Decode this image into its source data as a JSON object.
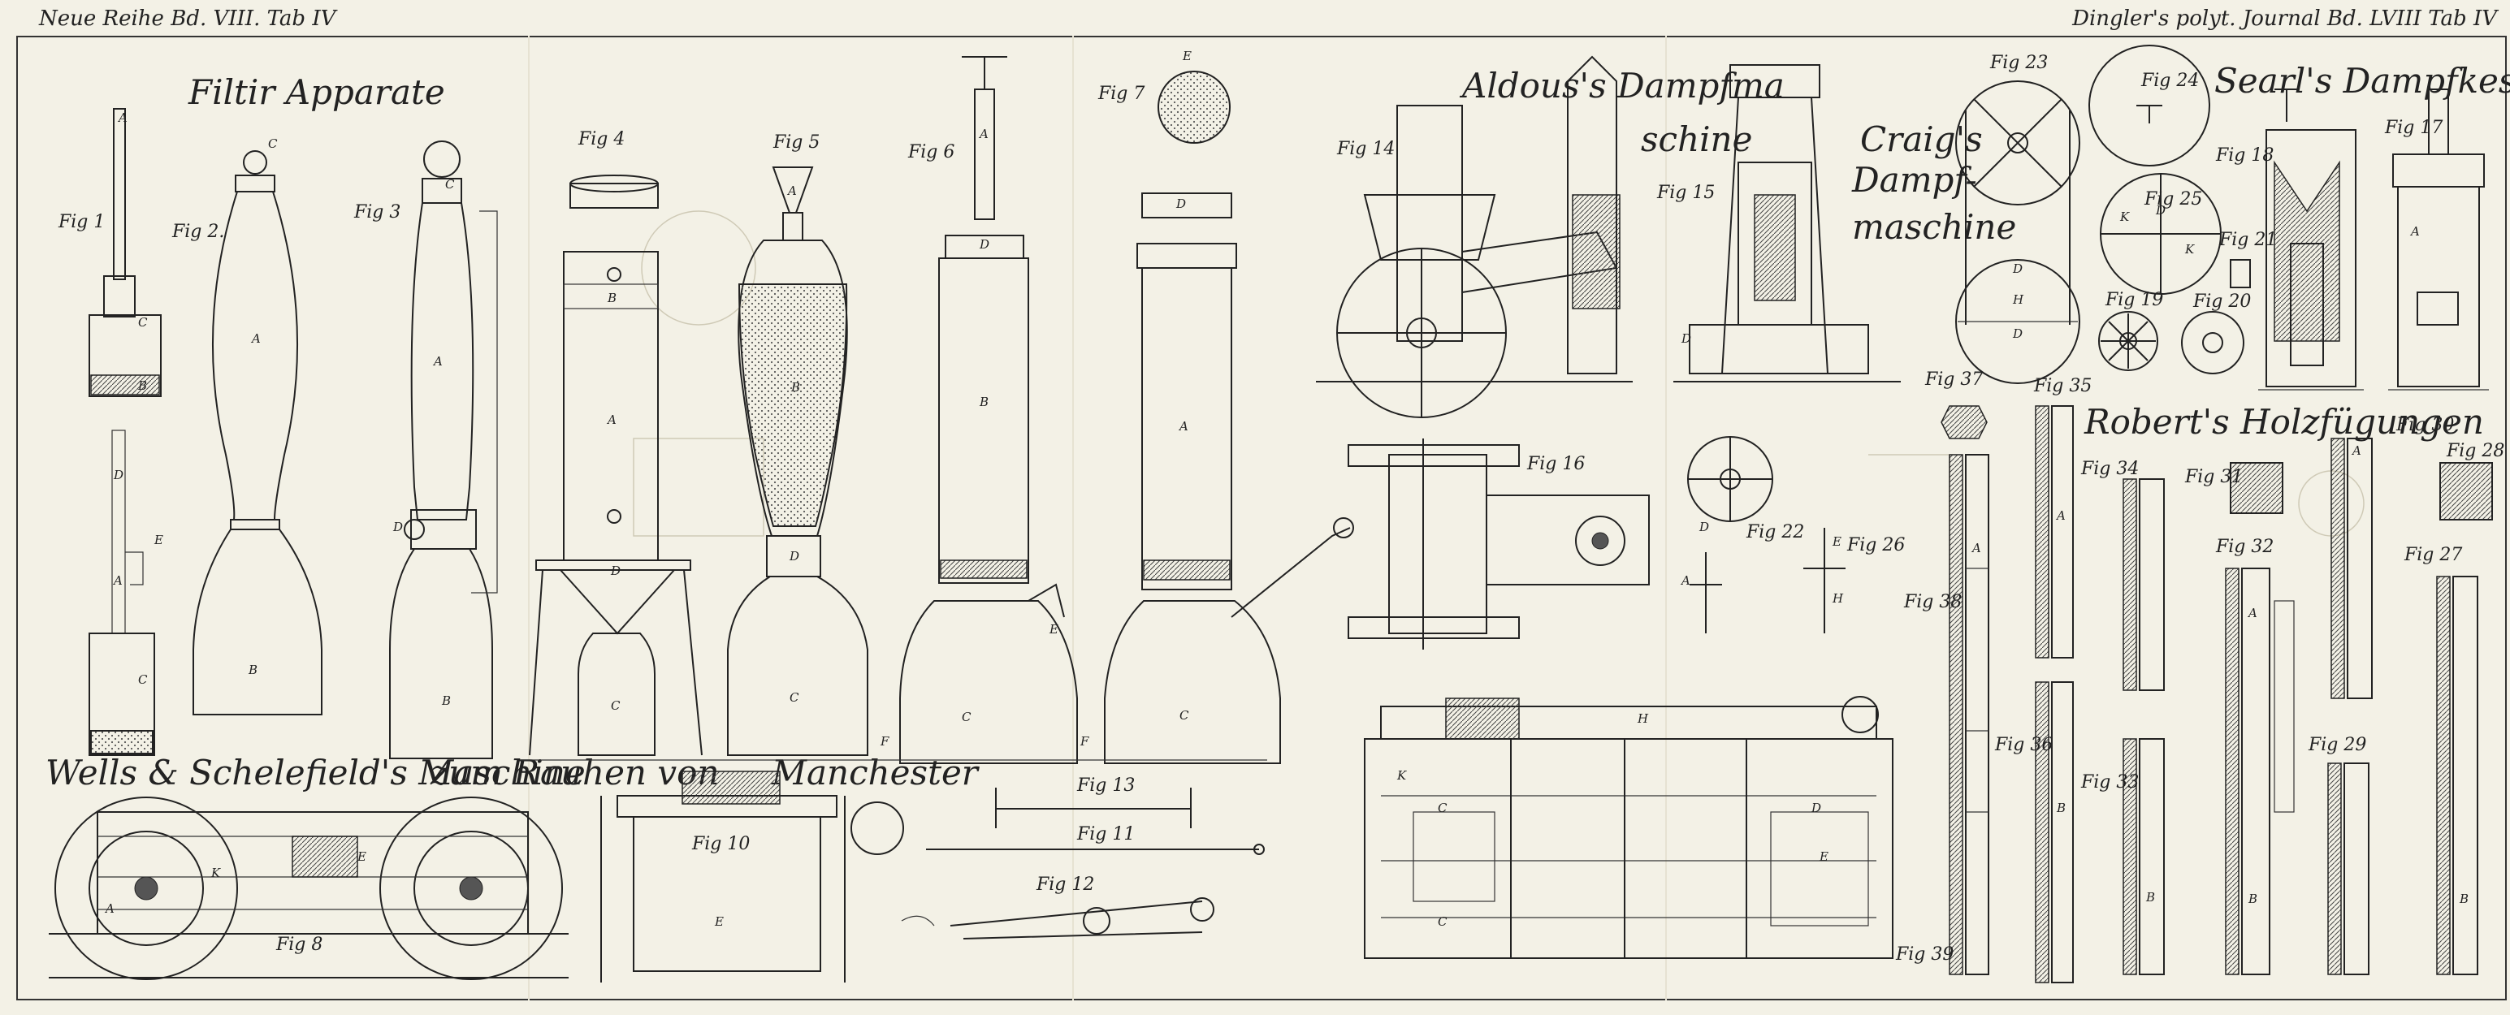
{
  "header": {
    "left": "Neue Reihe Bd. VIII. Tab IV",
    "right": "Dingler's polyt. Journal Bd. LVIII Tab IV"
  },
  "titles": {
    "filtir": "Filtir Apparate",
    "aldous_1": "Aldous's Dampfma",
    "aldous_2": "schine",
    "craig_1": "Craig's",
    "craig_2": "Dampf-",
    "craig_3": "maschine",
    "searl": "Searl's Dampfkessel",
    "robert": "Robert's Holzfügungen",
    "wells_1": "Wells & Schelefield's Maschine",
    "wells_2": "zum Rauhen von",
    "wells_3": "Manchester"
  },
  "figures": {
    "f1": "Fig 1",
    "f2": "Fig 2.",
    "f3": "Fig 3",
    "f4": "Fig 4",
    "f5": "Fig 5",
    "f6": "Fig 6",
    "f7": "Fig 7",
    "f8": "Fig 8",
    "f10": "Fig 10",
    "f11": "Fig 11",
    "f12": "Fig 12",
    "f13": "Fig 13",
    "f14": "Fig 14",
    "f15": "Fig 15",
    "f16": "Fig 16",
    "f17": "Fig 17",
    "f18": "Fig 18",
    "f19": "Fig 19",
    "f20": "Fig 20",
    "f21": "Fig 21",
    "f22": "Fig 22",
    "f23": "Fig 23",
    "f24": "Fig 24",
    "f25": "Fig 25",
    "f26": "Fig 26",
    "f27": "Fig 27",
    "f28": "Fig 28",
    "f29": "Fig 29",
    "f30": "Fig 30",
    "f31": "Fig 31",
    "f32": "Fig 32",
    "f33": "Fig 33",
    "f34": "Fig 34",
    "f35": "Fig 35",
    "f36": "Fig 36",
    "f37": "Fig 37",
    "f38": "Fig 38",
    "f39": "Fig 39"
  },
  "letters": {
    "a": "A",
    "b": "B",
    "c": "C",
    "d": "D",
    "e": "E",
    "h": "H",
    "k": "K",
    "f": "F"
  }
}
